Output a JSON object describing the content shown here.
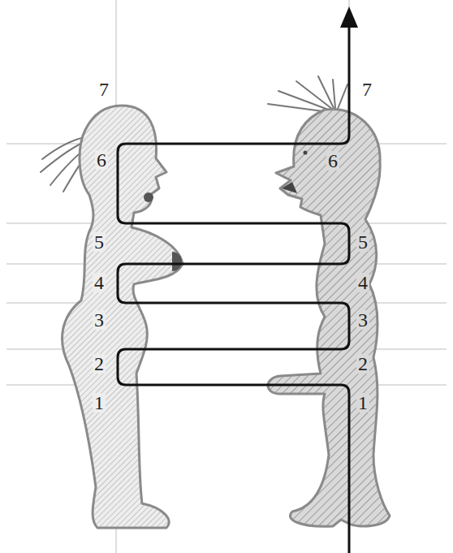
{
  "diagram": {
    "labels": [
      "7",
      "6",
      "5",
      "4",
      "3",
      "2",
      "1",
      "7",
      "6",
      "5",
      "4",
      "3",
      "2",
      "1"
    ]
  }
}
